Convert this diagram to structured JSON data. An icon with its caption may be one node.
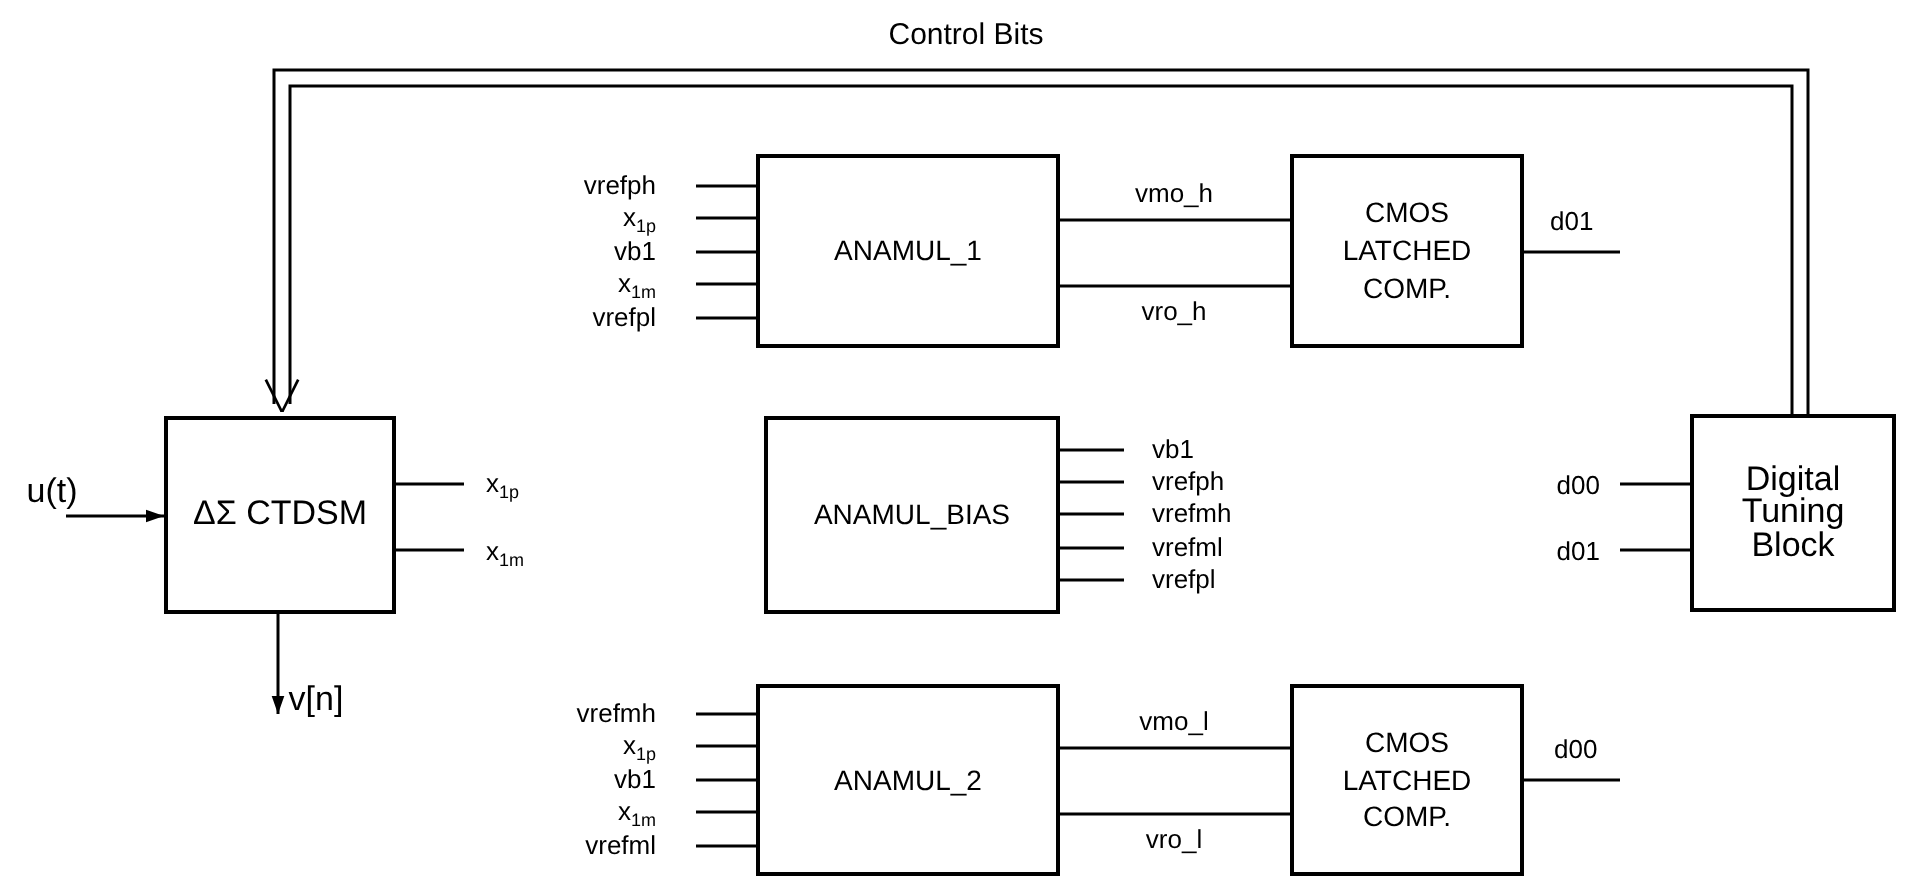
{
  "diagram": {
    "nodes": [
      {
        "text": [
          "ANAMUL_1"
        ],
        "beside": [
          "vrefph",
          "x$_{1p}$",
          "vb1",
          "x$_{1m}$",
          "vrefpl"
        ]
      },
      {
        "text": [
          "CMOS LATCHED COMP."
        ],
        "beside": [
          "d01"
        ]
      },
      {
        "text": [
          "ΔΣ CTDSM"
        ],
        "beside": [
          "x$_{1p}$",
          "x$_{1m}$"
        ]
      },
      {
        "text": [
          "ANAMUL_BIAS"
        ],
        "beside": [
          "vb1",
          "vrefph",
          "vrefmh",
          "vrefml",
          "vrefpl"
        ]
      },
      {
        "text": [
          "Digital Tuning Block"
        ],
        "beside": [
          "d00",
          "d01"
        ]
      },
      {
        "text": [
          "ANAMUL_2"
        ],
        "beside": [
          "vrefmh",
          "x$_{1p}$",
          "vb1",
          "x$_{1m}$",
          "vrefml"
        ]
      },
      {
        "text": [
          "CMOS LATCHED COMP."
        ],
        "beside": [
          "d00"
        ]
      },
      {
        "text": [
          "u(t)"
        ]
      },
      {
        "text": [
          "v[n]"
        ]
      }
    ],
    "edges": [
      {
        "from": 0,
        "to": 1,
        "arrow": "none",
        "label": "vmo_h"
      },
      {
        "from": 0,
        "to": 1,
        "arrow": "none",
        "label": "vro_h"
      },
      {
        "from": 5,
        "to": 6,
        "arrow": "none",
        "label": "vmo_l"
      },
      {
        "from": 5,
        "to": 6,
        "arrow": "none",
        "label": "vro_l"
      },
      {
        "from": 7,
        "to": 2,
        "arrow": "to"
      },
      {
        "from": 2,
        "to": 8,
        "arrow": "to"
      },
      {
        "from": 4,
        "to": 2,
        "arrow": "to",
        "label": "Control Bits"
      }
    ]
  }
}
